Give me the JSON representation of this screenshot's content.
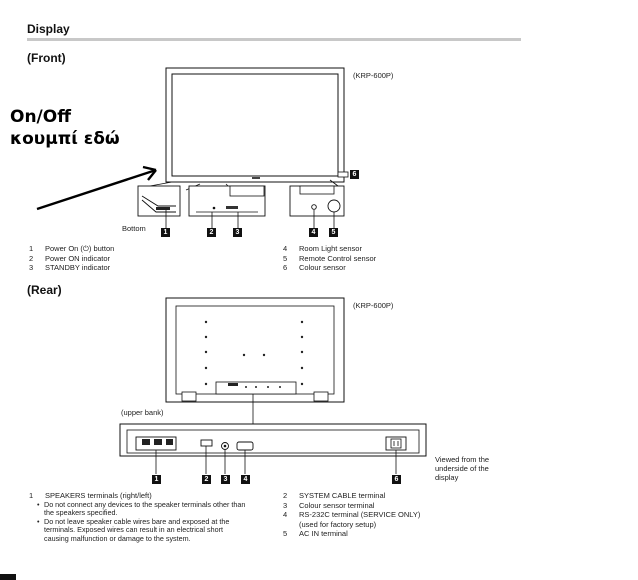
{
  "header": {
    "title": "Display"
  },
  "front": {
    "heading": "(Front)",
    "model": "(KRP-600P)",
    "bottom_label": "Bottom",
    "annotation_line1": "On/Off",
    "annotation_line2": "κουμπί εδώ",
    "badges": [
      "1",
      "2",
      "3",
      "4",
      "5",
      "6"
    ],
    "legend_left": [
      {
        "num": "1",
        "text": "Power On (⏻) button"
      },
      {
        "num": "2",
        "text": "Power ON indicator"
      },
      {
        "num": "3",
        "text": "STANDBY indicator"
      }
    ],
    "legend_right": [
      {
        "num": "4",
        "text": "Room Light sensor"
      },
      {
        "num": "5",
        "text": "Remote Control sensor"
      },
      {
        "num": "6",
        "text": "Colour sensor"
      }
    ]
  },
  "rear": {
    "heading": "(Rear)",
    "model": "(KRP-600P)",
    "upper_bank": "(upper bank)",
    "viewed_note": [
      "Viewed from the",
      "underside of the",
      "display"
    ],
    "badges": [
      "1",
      "2",
      "3",
      "4",
      "6"
    ],
    "legend_left": {
      "num": "1",
      "title": "SPEAKERS terminals (right/left)",
      "bullets": [
        [
          "Do not connect any devices to the speaker terminals other than",
          "the speakers specified."
        ],
        [
          "Do not leave speaker cable wires bare and exposed at the",
          "terminals. Exposed wires can result in an electrical short",
          "causing malfunction or damage to the system."
        ]
      ]
    },
    "legend_right": [
      {
        "num": "2",
        "lines": [
          "SYSTEM CABLE terminal"
        ]
      },
      {
        "num": "3",
        "lines": [
          "Colour sensor terminal"
        ]
      },
      {
        "num": "4",
        "lines": [
          "RS-232C terminal (SERVICE ONLY)",
          "(used for factory setup)"
        ]
      },
      {
        "num": "5",
        "lines": [
          "AC IN terminal"
        ]
      }
    ]
  }
}
